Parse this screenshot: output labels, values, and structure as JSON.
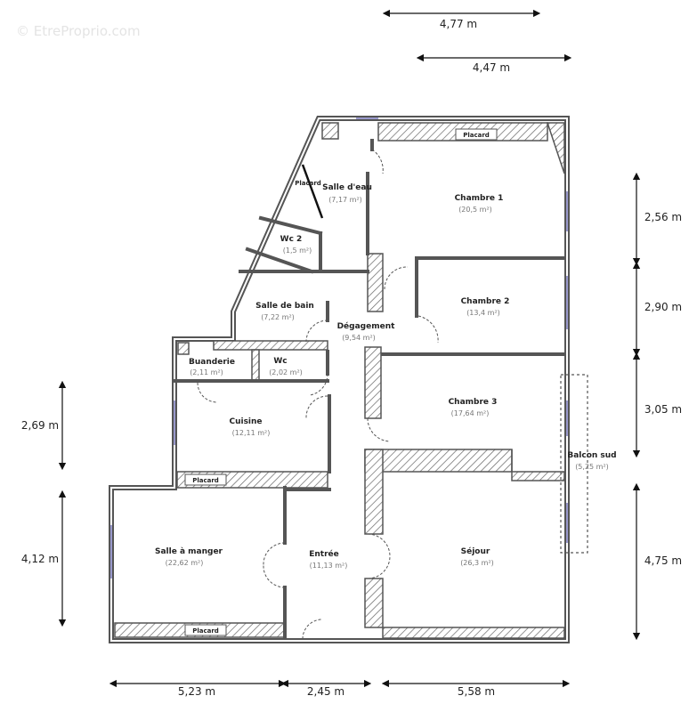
{
  "watermark": "© EtreProprio.com",
  "rooms": {
    "salle_eau": {
      "name": "Salle d'eau",
      "area": "(7,17 m²)"
    },
    "wc2": {
      "name": "Wc 2",
      "area": "(1,5 m²)"
    },
    "salle_bain": {
      "name": "Salle de bain",
      "area": "(7,22 m²)"
    },
    "degagement": {
      "name": "Dégagement",
      "area": "(9,54 m²)"
    },
    "buanderie": {
      "name": "Buanderie",
      "area": "(2,11 m²)"
    },
    "wc": {
      "name": "Wc",
      "area": "(2,02 m²)"
    },
    "cuisine": {
      "name": "Cuisine",
      "area": "(12,11 m²)"
    },
    "chambre1": {
      "name": "Chambre 1",
      "area": "(20,5 m²)"
    },
    "chambre2": {
      "name": "Chambre 2",
      "area": "(13,4 m²)"
    },
    "chambre3": {
      "name": "Chambre 3",
      "area": "(17,64 m²)"
    },
    "balcon": {
      "name": "Balcon sud",
      "area": "(5,25 m²)"
    },
    "salle_manger": {
      "name": "Salle à manger",
      "area": "(22,62 m²)"
    },
    "entree": {
      "name": "Entrée",
      "area": "(11,13 m²)"
    },
    "sejour": {
      "name": "Séjour",
      "area": "(26,3 m²)"
    }
  },
  "placards": [
    "Placard",
    "Placard",
    "Placard",
    "Placard"
  ],
  "dimensions": {
    "top": [
      "4,77 m",
      "4,47 m"
    ],
    "right": [
      "2,56 m",
      "2,90 m",
      "3,05 m",
      "4,75 m"
    ],
    "left": [
      "2,69 m",
      "4,12 m"
    ],
    "bottom": [
      "5,23 m",
      "2,45 m",
      "5,58 m"
    ]
  }
}
